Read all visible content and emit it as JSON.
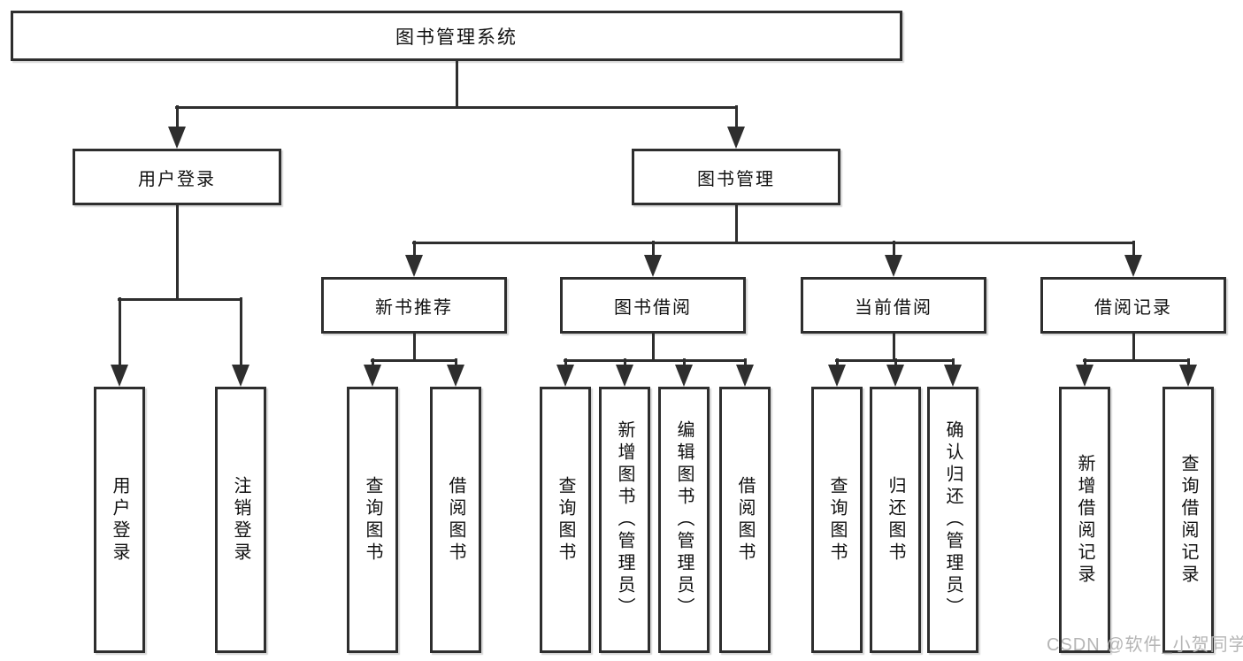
{
  "diagram": {
    "root": {
      "label": "图书管理系统"
    },
    "branches": [
      {
        "label": "用户登录",
        "children": [
          {
            "label": "用户登录"
          },
          {
            "label": "注销登录"
          }
        ]
      },
      {
        "label": "图书管理",
        "children": [
          {
            "label": "新书推荐",
            "children": [
              {
                "label": "查询图书"
              },
              {
                "label": "借阅图书"
              }
            ]
          },
          {
            "label": "图书借阅",
            "children": [
              {
                "label": "查询图书"
              },
              {
                "label": "新增图书（管理员）"
              },
              {
                "label": "编辑图书（管理员）"
              },
              {
                "label": "借阅图书"
              }
            ]
          },
          {
            "label": "当前借阅",
            "children": [
              {
                "label": "查询图书"
              },
              {
                "label": "归还图书"
              },
              {
                "label": "确认归还（管理员）"
              }
            ]
          },
          {
            "label": "借阅记录",
            "children": [
              {
                "label": "新增借阅记录"
              },
              {
                "label": "查询借阅记录"
              }
            ]
          }
        ]
      }
    ]
  },
  "watermark": {
    "text": "CSDN @软件_小贺同学"
  },
  "colors": {
    "line": "#2e2e2e",
    "text": "#111111",
    "watermark": "#b5b5b5",
    "background": "#ffffff"
  }
}
